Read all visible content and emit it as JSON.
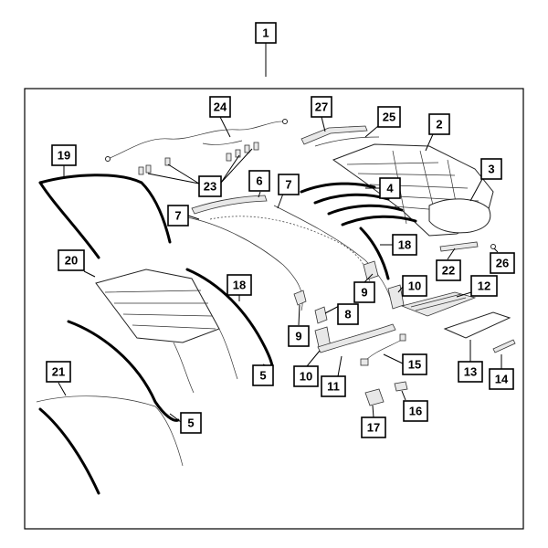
{
  "diagram": {
    "top_callout": "1",
    "callouts": {
      "c24": "24",
      "c27": "27",
      "c25": "25",
      "c2": "2",
      "c3": "3",
      "c19": "19",
      "c23": "23",
      "c6": "6",
      "c7a": "7",
      "c7b": "7",
      "c4": "4",
      "c18a": "18",
      "c20": "20",
      "c18b": "18",
      "c22": "22",
      "c26": "26",
      "c9a": "9",
      "c10a": "10",
      "c12": "12",
      "c8": "8",
      "c9b": "9",
      "c15": "15",
      "c5a": "5",
      "c10b": "10",
      "c11": "11",
      "c13": "13",
      "c14": "14",
      "c21": "21",
      "c5b": "5",
      "c16": "16",
      "c17": "17"
    }
  }
}
